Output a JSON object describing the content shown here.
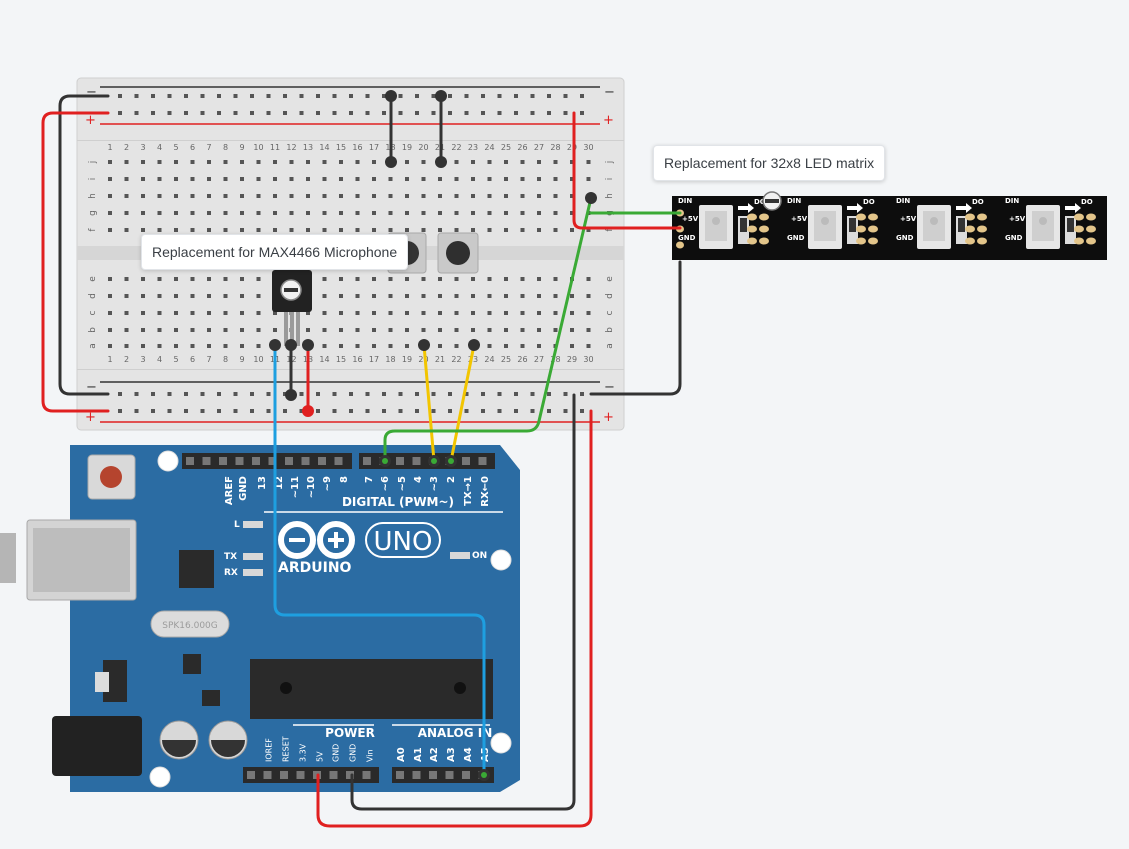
{
  "annotations": {
    "mic": "Replacement for MAX4466 Microphone",
    "led": "Replacement for 32x8 LED matrix"
  },
  "breadboard": {
    "rail_minus": "−",
    "rail_plus": "+",
    "row_letters_top": [
      "j",
      "i",
      "h",
      "g",
      "f"
    ],
    "row_letters_bottom": [
      "e",
      "d",
      "c",
      "b",
      "a"
    ],
    "columns": 30
  },
  "led_strip": {
    "pad_din": "DIN",
    "pad_do": "DO",
    "pad_5v": "+5V",
    "pad_gnd": "GND"
  },
  "arduino": {
    "brand": "ARDUINO",
    "model": "UNO",
    "digital_header": "DIGITAL (PWM~)",
    "power_header": "POWER",
    "analog_header": "ANALOG IN",
    "led_l": "L",
    "led_tx": "TX",
    "led_rx": "RX",
    "led_on": "ON",
    "crystal": "SPK16.000G",
    "digital_pins": [
      "AREF",
      "GND",
      "13",
      "12",
      "~11",
      "~10",
      "~9",
      "8",
      "7",
      "~6",
      "~5",
      "4",
      "~3",
      "2",
      "TX→1",
      "RX←0"
    ],
    "power_pins": [
      "IOREF",
      "RESET",
      "3.3V",
      "5V",
      "GND",
      "GND",
      "Vin"
    ],
    "analog_pins": [
      "A0",
      "A1",
      "A2",
      "A3",
      "A4",
      "A5"
    ]
  },
  "colors": {
    "breadboard": "#e4e4e4",
    "board": "#2b6ca3",
    "wire_red": "#e02020",
    "wire_black": "#333333",
    "wire_green": "#3aaa35",
    "wire_yellow": "#f2c500",
    "wire_blue": "#1e9fe0"
  }
}
